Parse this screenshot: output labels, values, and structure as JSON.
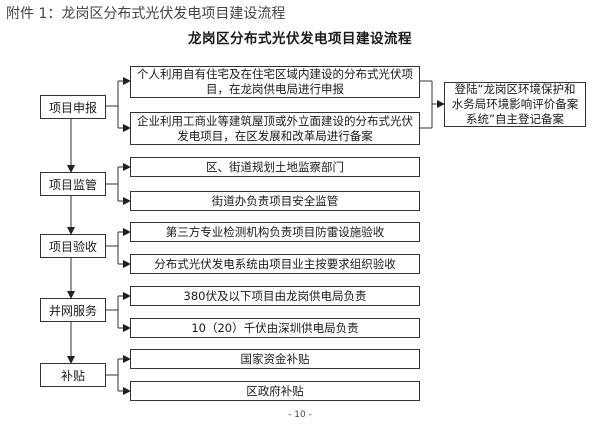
{
  "header": {
    "attachment_line": "附件 1：龙岗区分布式光伏发电项目建设流程",
    "title": "龙岗区分布式光伏发电项目建设流程"
  },
  "stages": [
    {
      "label": "项目申报"
    },
    {
      "label": "项目监管"
    },
    {
      "label": "项目验收"
    },
    {
      "label": "并网服务"
    },
    {
      "label": "补贴"
    }
  ],
  "boxes": {
    "declare_personal": "个人利用自有住宅及在住宅区域内建设的分布式光伏项目，在龙岗供电局进行申报",
    "declare_enterprise": "企业利用工商业等建筑屋顶或外立面建设的分布式光伏发电项目，在区发展和改革局进行备案",
    "env_filing": "登陆“龙岗区环境保护和水务局环境影响评价备案系统”自主登记备案",
    "supervise_land": "区、街道规划土地监察部门",
    "supervise_safety": "街道办负责项目安全监管",
    "accept_lightning": "第三方专业检测机构负责项目防雷设施验收",
    "accept_owner": "分布式光伏发电系统由项目业主按要求组织验收",
    "grid_380": "380伏及以下项目由龙岗供电局负责",
    "grid_10kv": "10（20）千伏由深圳供电局负责",
    "subsidy_national": "国家资金补贴",
    "subsidy_district": "区政府补贴"
  },
  "footer": {
    "page_number": "- 10 -"
  }
}
